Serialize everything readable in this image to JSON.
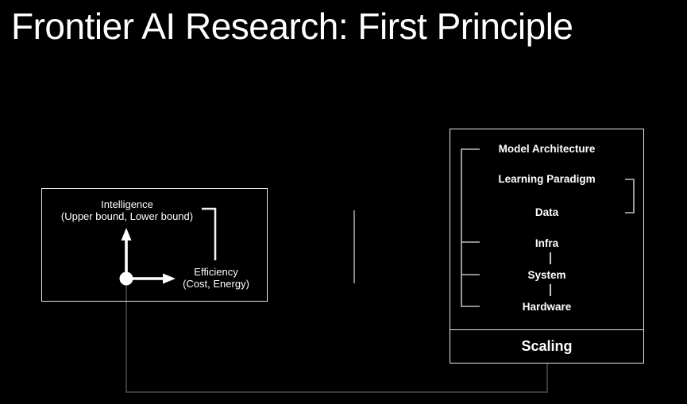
{
  "slide": {
    "title": "Frontier AI Research: First Principle"
  },
  "axes_box": {
    "y_label_line1": "Intelligence",
    "y_label_line2": "(Upper bound, Lower bound)",
    "x_label_line1": "Efficiency",
    "x_label_line2": "(Cost, Energy)"
  },
  "pillars_box": {
    "items": [
      "Model Architecture",
      "Learning Paradigm",
      "Data",
      "Infra",
      "System",
      "Hardware"
    ],
    "footer": "Scaling"
  },
  "colors": {
    "background": "#000000",
    "text": "#ffffff",
    "box_border": "#e8e8e8",
    "bracket": "#bdbdbd",
    "mid_line": "#a6a6a6",
    "connector": "#4a4a4a"
  }
}
